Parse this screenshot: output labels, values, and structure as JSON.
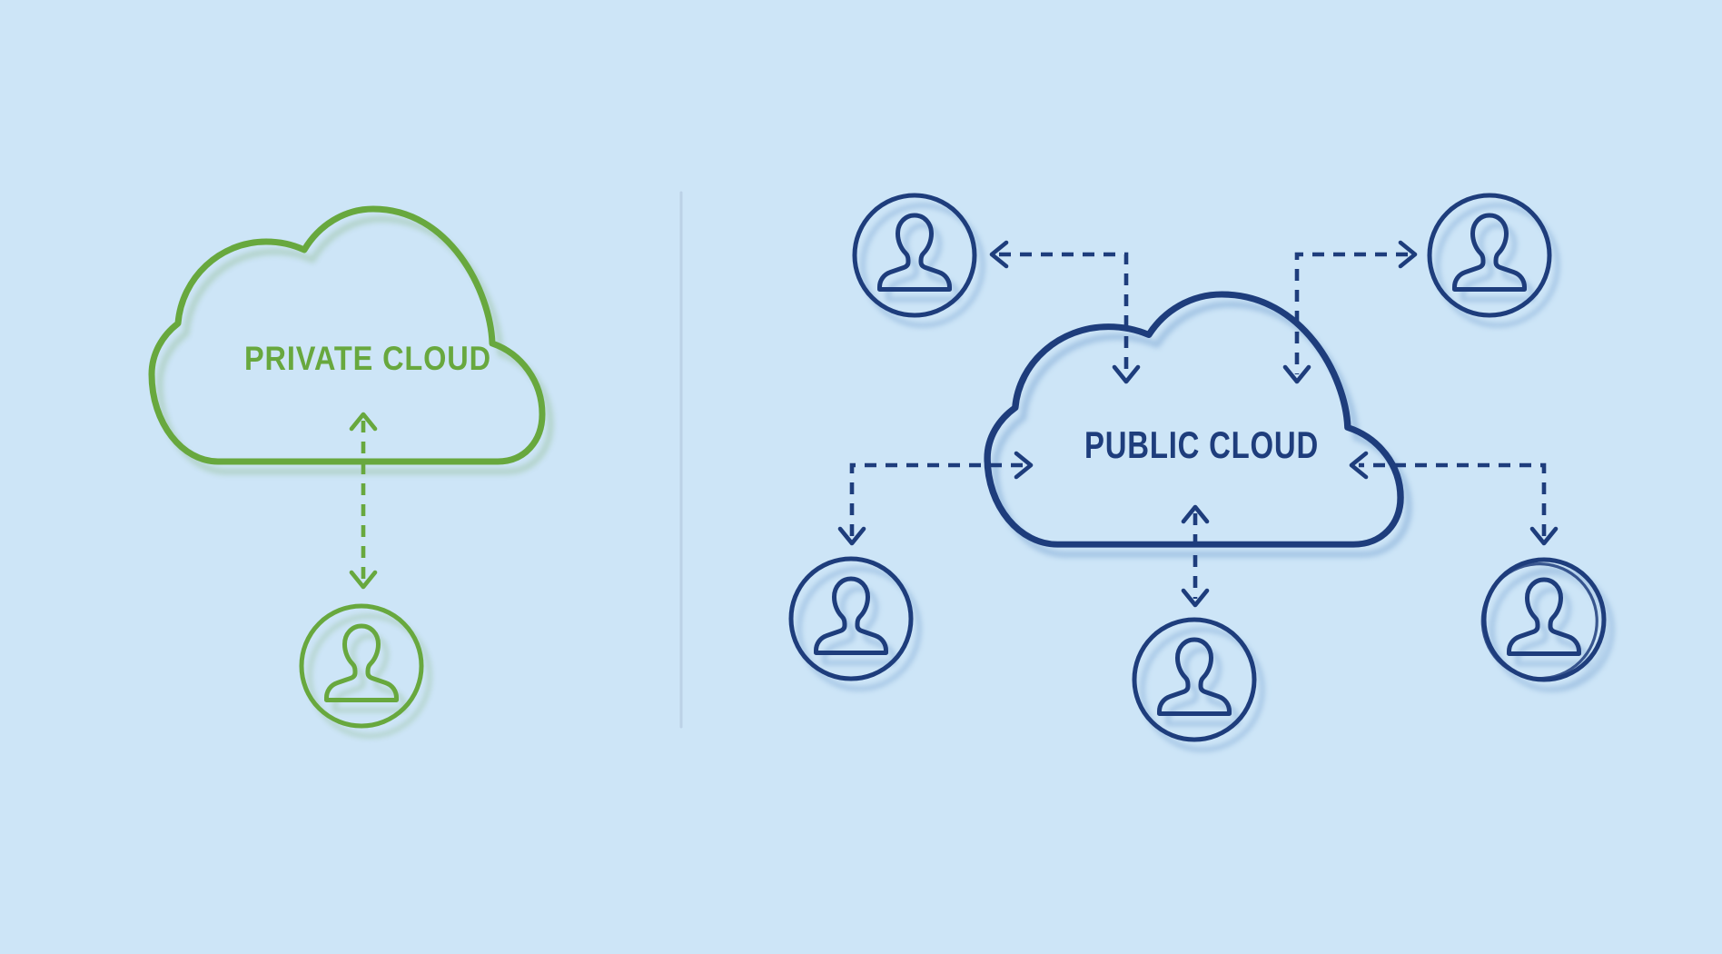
{
  "theme": {
    "bg": "#cde5f7",
    "divider": "#bacfe5",
    "green": "#68a83e",
    "navy": "#1e3d7c"
  },
  "private_cloud": {
    "label": "PRIVATE CLOUD",
    "accent_color": "#68a83e",
    "cloud_icon": "cloud-outline-icon",
    "connection_style": "dashed-double-headed-arrow",
    "user_icons": [
      {
        "name": "user-icon",
        "position": "below-cloud"
      }
    ]
  },
  "public_cloud": {
    "label": "PUBLIC CLOUD",
    "accent_color": "#1e3d7c",
    "cloud_icon": "cloud-outline-icon",
    "connection_style": "dashed-elbow-double-headed-arrows",
    "user_icons": [
      {
        "name": "user-icon",
        "position": "top-left"
      },
      {
        "name": "user-icon",
        "position": "top-right"
      },
      {
        "name": "user-icon",
        "position": "middle-left"
      },
      {
        "name": "user-icon",
        "position": "bottom-center"
      },
      {
        "name": "user-icon",
        "position": "bottom-right"
      }
    ]
  }
}
